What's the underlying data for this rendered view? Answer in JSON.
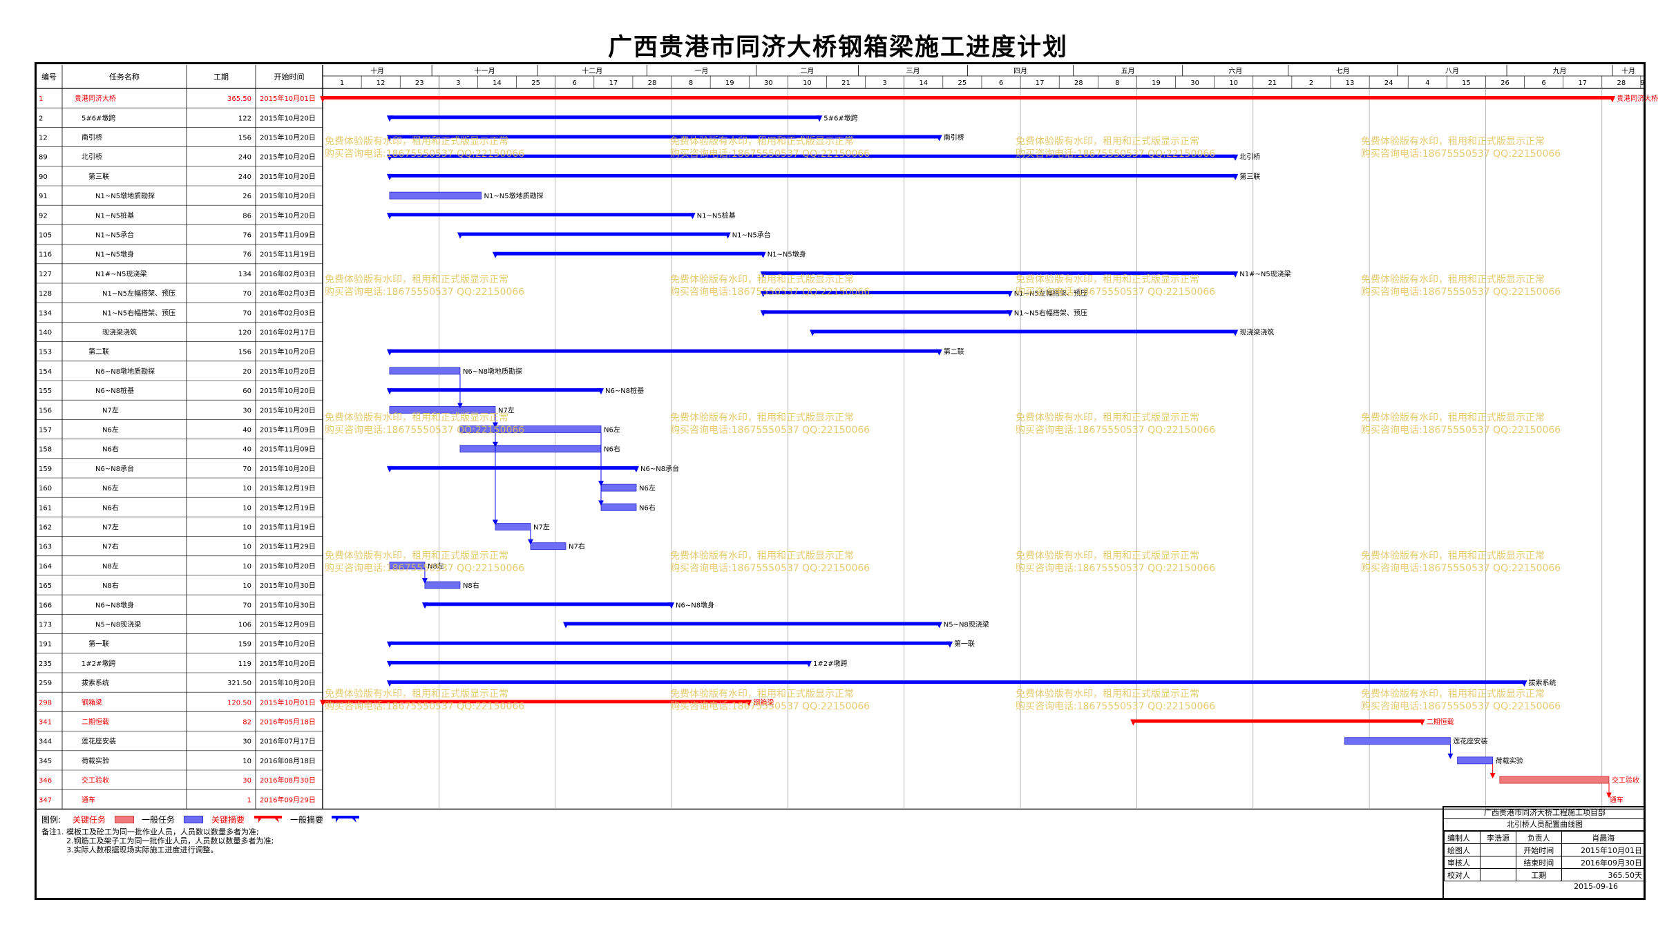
{
  "title": "广西贵港市同济大桥钢箱梁施工进度计划",
  "table_headers": {
    "id": "编号",
    "name": "任务名称",
    "duration": "工期",
    "start": "开始时间"
  },
  "months": [
    "十月",
    "十一月",
    "十二月",
    "一月",
    "二月",
    "三月",
    "四月",
    "五月",
    "六月",
    "七月",
    "八月",
    "九月",
    "十月"
  ],
  "days": [
    "1",
    "12",
    "23",
    "3",
    "14",
    "25",
    "6",
    "17",
    "28",
    "8",
    "19",
    "30",
    "10",
    "21",
    "3",
    "14",
    "25",
    "6",
    "17",
    "28",
    "8",
    "19",
    "30",
    "10",
    "21",
    "2",
    "13",
    "24",
    "4",
    "15",
    "26",
    "6",
    "17",
    "28",
    "9"
  ],
  "watermark": {
    "line1": "免费体验版有水印，租用和正式版显示正常",
    "line2": "购买咨询电话:18675550537 QQ:22150066"
  },
  "chart_data": {
    "type": "gantt",
    "x_range": [
      "2015-10-01",
      "2016-10-10"
    ],
    "colors": {
      "summary": "#0000ff",
      "task": "#6e6ef5",
      "critical_summary": "#ff0000",
      "critical_task": "#f07a7a"
    },
    "tasks": [
      {
        "id": "1",
        "name": "贵港同济大桥",
        "duration": "365.50",
        "start_text": "2015年10月01日",
        "start": "2015-10-01",
        "end": "2016-09-30",
        "kind": "critical_summary",
        "indent": 0,
        "label": "贵港同济大桥"
      },
      {
        "id": "2",
        "name": "5#6#墩跨",
        "duration": "122",
        "start_text": "2015年10月20日",
        "start": "2015-10-20",
        "end": "2016-02-18",
        "kind": "summary",
        "indent": 1,
        "label": "5#6#墩跨"
      },
      {
        "id": "12",
        "name": "南引桥",
        "duration": "156",
        "start_text": "2015年10月20日",
        "start": "2015-10-20",
        "end": "2016-03-23",
        "kind": "summary",
        "indent": 1,
        "label": "南引桥"
      },
      {
        "id": "89",
        "name": "北引桥",
        "duration": "240",
        "start_text": "2015年10月20日",
        "start": "2015-10-20",
        "end": "2016-06-15",
        "kind": "summary",
        "indent": 1,
        "label": "北引桥"
      },
      {
        "id": "90",
        "name": "第三联",
        "duration": "240",
        "start_text": "2015年10月20日",
        "start": "2015-10-20",
        "end": "2016-06-15",
        "kind": "summary",
        "indent": 2,
        "label": "第三联"
      },
      {
        "id": "91",
        "name": "N1~N5墩地质勘探",
        "duration": "26",
        "start_text": "2015年10月20日",
        "start": "2015-10-20",
        "end": "2015-11-14",
        "kind": "task",
        "indent": 3,
        "label": "N1~N5墩地质勘探"
      },
      {
        "id": "92",
        "name": "N1~N5桩基",
        "duration": "86",
        "start_text": "2015年10月20日",
        "start": "2015-10-20",
        "end": "2016-01-13",
        "kind": "summary",
        "indent": 3,
        "label": "N1~N5桩基"
      },
      {
        "id": "105",
        "name": "N1~N5承台",
        "duration": "76",
        "start_text": "2015年11月09日",
        "start": "2015-11-09",
        "end": "2016-01-23",
        "kind": "summary",
        "indent": 3,
        "label": "N1~N5承台"
      },
      {
        "id": "116",
        "name": "N1~N5墩身",
        "duration": "76",
        "start_text": "2015年11月19日",
        "start": "2015-11-19",
        "end": "2016-02-02",
        "kind": "summary",
        "indent": 3,
        "label": "N1~N5墩身"
      },
      {
        "id": "127",
        "name": "N1#~N5现浇梁",
        "duration": "134",
        "start_text": "2016年02月03日",
        "start": "2016-02-03",
        "end": "2016-06-15",
        "kind": "summary",
        "indent": 3,
        "label": "N1#~N5现浇梁"
      },
      {
        "id": "128",
        "name": "N1~N5左幅搭架、预压",
        "duration": "70",
        "start_text": "2016年02月03日",
        "start": "2016-02-03",
        "end": "2016-04-12",
        "kind": "summary",
        "indent": 4,
        "label": "N1~N5左幅搭架、预压"
      },
      {
        "id": "134",
        "name": "N1~N5右幅搭架、预压",
        "duration": "70",
        "start_text": "2016年02月03日",
        "start": "2016-02-03",
        "end": "2016-04-12",
        "kind": "summary",
        "indent": 4,
        "label": "N1~N5右幅搭架、预压"
      },
      {
        "id": "140",
        "name": "现浇梁浇筑",
        "duration": "120",
        "start_text": "2016年02月17日",
        "start": "2016-02-17",
        "end": "2016-06-15",
        "kind": "summary",
        "indent": 4,
        "label": "现浇梁浇筑"
      },
      {
        "id": "153",
        "name": "第二联",
        "duration": "156",
        "start_text": "2015年10月20日",
        "start": "2015-10-20",
        "end": "2016-03-23",
        "kind": "summary",
        "indent": 2,
        "label": "第二联"
      },
      {
        "id": "154",
        "name": "N6~N8墩地质勘探",
        "duration": "20",
        "start_text": "2015年10月20日",
        "start": "2015-10-20",
        "end": "2015-11-08",
        "kind": "task",
        "indent": 3,
        "label": "N6~N8墩地质勘探"
      },
      {
        "id": "155",
        "name": "N6~N8桩基",
        "duration": "60",
        "start_text": "2015年10月20日",
        "start": "2015-10-20",
        "end": "2015-12-18",
        "kind": "summary",
        "indent": 3,
        "label": "N6~N8桩基"
      },
      {
        "id": "156",
        "name": "N7左",
        "duration": "30",
        "start_text": "2015年10月20日",
        "start": "2015-10-20",
        "end": "2015-11-18",
        "kind": "task",
        "indent": 4,
        "label": "N7左"
      },
      {
        "id": "157",
        "name": "N6左",
        "duration": "40",
        "start_text": "2015年11月09日",
        "start": "2015-11-09",
        "end": "2015-12-18",
        "kind": "task",
        "indent": 4,
        "label": "N6左"
      },
      {
        "id": "158",
        "name": "N6右",
        "duration": "40",
        "start_text": "2015年11月09日",
        "start": "2015-11-09",
        "end": "2015-12-18",
        "kind": "task",
        "indent": 4,
        "label": "N6右"
      },
      {
        "id": "159",
        "name": "N6~N8承台",
        "duration": "70",
        "start_text": "2015年10月20日",
        "start": "2015-10-20",
        "end": "2015-12-28",
        "kind": "summary",
        "indent": 3,
        "label": "N6~N8承台"
      },
      {
        "id": "160",
        "name": "N6左",
        "duration": "10",
        "start_text": "2015年12月19日",
        "start": "2015-12-19",
        "end": "2015-12-28",
        "kind": "task",
        "indent": 4,
        "label": "N6左"
      },
      {
        "id": "161",
        "name": "N6右",
        "duration": "10",
        "start_text": "2015年12月19日",
        "start": "2015-12-19",
        "end": "2015-12-28",
        "kind": "task",
        "indent": 4,
        "label": "N6右"
      },
      {
        "id": "162",
        "name": "N7左",
        "duration": "10",
        "start_text": "2015年11月19日",
        "start": "2015-11-19",
        "end": "2015-11-28",
        "kind": "task",
        "indent": 4,
        "label": "N7左"
      },
      {
        "id": "163",
        "name": "N7右",
        "duration": "10",
        "start_text": "2015年11月29日",
        "start": "2015-11-29",
        "end": "2015-12-08",
        "kind": "task",
        "indent": 4,
        "label": "N7右"
      },
      {
        "id": "164",
        "name": "N8左",
        "duration": "10",
        "start_text": "2015年10月20日",
        "start": "2015-10-20",
        "end": "2015-10-29",
        "kind": "task",
        "indent": 4,
        "label": "N8左"
      },
      {
        "id": "165",
        "name": "N8右",
        "duration": "10",
        "start_text": "2015年10月30日",
        "start": "2015-10-30",
        "end": "2015-11-08",
        "kind": "task",
        "indent": 4,
        "label": "N8右"
      },
      {
        "id": "166",
        "name": "N6~N8墩身",
        "duration": "70",
        "start_text": "2015年10月30日",
        "start": "2015-10-30",
        "end": "2016-01-07",
        "kind": "summary",
        "indent": 3,
        "label": "N6~N8墩身"
      },
      {
        "id": "173",
        "name": "N5~N8现浇梁",
        "duration": "106",
        "start_text": "2015年12月09日",
        "start": "2015-12-09",
        "end": "2016-03-23",
        "kind": "summary",
        "indent": 3,
        "label": "N5~N8现浇梁"
      },
      {
        "id": "191",
        "name": "第一联",
        "duration": "159",
        "start_text": "2015年10月20日",
        "start": "2015-10-20",
        "end": "2016-03-26",
        "kind": "summary",
        "indent": 2,
        "label": "第一联"
      },
      {
        "id": "235",
        "name": "1#2#墩跨",
        "duration": "119",
        "start_text": "2015年10月20日",
        "start": "2015-10-20",
        "end": "2016-02-15",
        "kind": "summary",
        "indent": 1,
        "label": "1#2#墩跨"
      },
      {
        "id": "259",
        "name": "拔索系统",
        "duration": "321.50",
        "start_text": "2015年10月20日",
        "start": "2015-10-20",
        "end": "2016-09-05",
        "kind": "summary",
        "indent": 1,
        "label": "拔索系统"
      },
      {
        "id": "298",
        "name": "钢箱梁",
        "duration": "120.50",
        "start_text": "2015年10月01日",
        "start": "2015-10-01",
        "end": "2016-01-29",
        "kind": "critical_summary",
        "indent": 1,
        "label": "钢箱梁"
      },
      {
        "id": "341",
        "name": "二期恒载",
        "duration": "82",
        "start_text": "2016年05月18日",
        "start": "2016-05-18",
        "end": "2016-08-07",
        "kind": "critical_summary",
        "indent": 1,
        "label": "二期恒载"
      },
      {
        "id": "344",
        "name": "莲花座安装",
        "duration": "30",
        "start_text": "2016年07月17日",
        "start": "2016-07-17",
        "end": "2016-08-15",
        "kind": "task",
        "indent": 1,
        "label": "莲花座安装"
      },
      {
        "id": "345",
        "name": "荷载实验",
        "duration": "10",
        "start_text": "2016年08月18日",
        "start": "2016-08-18",
        "end": "2016-08-27",
        "kind": "task",
        "indent": 1,
        "label": "荷载实验"
      },
      {
        "id": "346",
        "name": "交工验收",
        "duration": "30",
        "start_text": "2016年08月30日",
        "start": "2016-08-30",
        "end": "2016-09-29",
        "kind": "critical_task",
        "indent": 1,
        "label": "交工验收"
      },
      {
        "id": "347",
        "name": "通车",
        "duration": "1",
        "start_text": "2016年09月29日",
        "start": "2016-09-29",
        "end": "2016-09-29",
        "kind": "critical_task",
        "indent": 1,
        "label": "通车"
      }
    ],
    "links": [
      {
        "from": "154",
        "to": "156"
      },
      {
        "from": "156",
        "to": "157"
      },
      {
        "from": "156",
        "to": "158"
      },
      {
        "from": "156",
        "to": "162"
      },
      {
        "from": "157",
        "to": "160"
      },
      {
        "from": "158",
        "to": "161"
      },
      {
        "from": "162",
        "to": "163"
      },
      {
        "from": "164",
        "to": "165"
      },
      {
        "from": "344",
        "to": "345"
      },
      {
        "from": "345",
        "to": "346"
      },
      {
        "from": "346",
        "to": "347"
      }
    ]
  },
  "legend": {
    "title": "图例:",
    "critical_task": "关键任务",
    "task": "一般任务",
    "critical_summary": "关键摘要",
    "summary": "一般摘要"
  },
  "notes": [
    "备注1. 模板工及砼工为同一批作业人员，人员数以数量多者为准;",
    "2.钢筋工及架子工为同一批作业人员，人员数以数量多者为准;",
    "3.实际人数根据现场实际施工进度进行调整。"
  ],
  "title_block": {
    "org": "广西贵港市同济大桥工程施工项目部",
    "subtitle": "北引桥人员配置曲线图",
    "rows": [
      [
        "编制人",
        "李浩源",
        "负责人",
        "肖晨海"
      ],
      [
        "绘图人",
        "",
        "开始时间",
        "2015年10月01日"
      ],
      [
        "审核人",
        "",
        "结束时间",
        "2016年09月30日"
      ],
      [
        "校对人",
        "",
        "工期",
        "365.50天"
      ]
    ],
    "date": "2015-09-16"
  }
}
